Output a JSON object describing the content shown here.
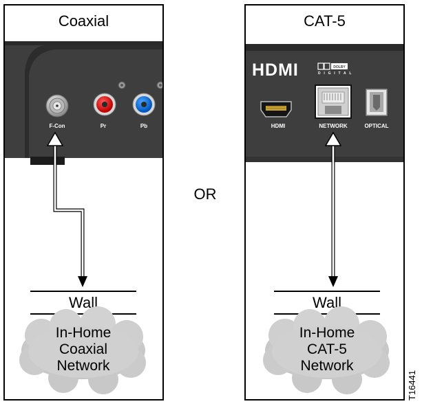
{
  "left_panel": {
    "title": "Coaxial",
    "ports": {
      "fcon": "F-Con",
      "pr": "Pr",
      "pb": "Pb"
    },
    "wall": "Wall",
    "network": [
      "In-Home",
      "Coaxial",
      "Network"
    ]
  },
  "divider": "OR",
  "right_panel": {
    "title": "CAT-5",
    "logo": "HDMI",
    "dolby": [
      "DOLBY",
      "DIGITAL"
    ],
    "ports": {
      "hdmi": "HDMI",
      "network": "NETWORK",
      "optical": "OPTICAL"
    },
    "wall": "Wall",
    "network": [
      "In-Home",
      "CAT-5",
      "Network"
    ]
  },
  "figure_id": "T16441"
}
